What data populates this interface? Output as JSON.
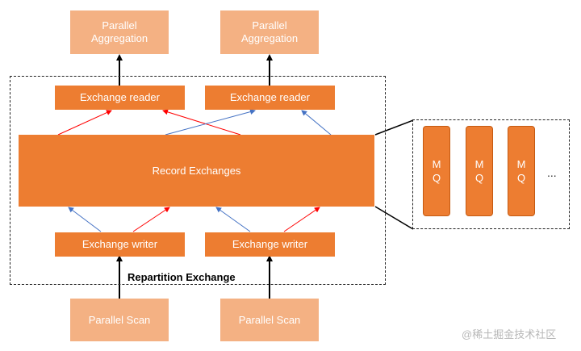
{
  "diagram": {
    "top_nodes": [
      {
        "line1": "Parallel",
        "line2": "Aggregation"
      },
      {
        "line1": "Parallel",
        "line2": "Aggregation"
      }
    ],
    "readers": [
      "Exchange reader",
      "Exchange reader"
    ],
    "record_exchanges": "Record Exchanges",
    "writers": [
      "Exchange writer",
      "Exchange writer"
    ],
    "scans": [
      "Parallel Scan",
      "Parallel Scan"
    ],
    "group_label": "Repartition Exchange",
    "mq_queues": [
      {
        "line1": "M",
        "line2": "Q"
      },
      {
        "line1": "M",
        "line2": "Q"
      },
      {
        "line1": "M",
        "line2": "Q"
      }
    ],
    "mq_more": "...",
    "colors": {
      "light_box": "#f4b183",
      "dark_box": "#ed7d31",
      "red_arrow": "#ff0000",
      "blue_arrow": "#4472c4"
    }
  },
  "watermark": "@稀土掘金技术社区"
}
